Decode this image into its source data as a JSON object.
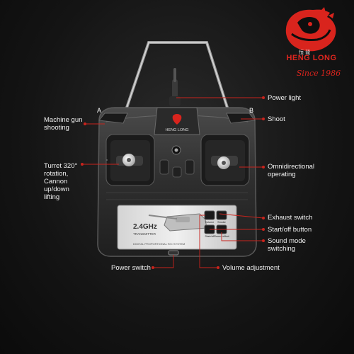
{
  "brand": {
    "name": "HENG LONG",
    "slogan": "Since 1986",
    "logo_chinese": "恒 龍",
    "accent_color": "#e0261f"
  },
  "transmitter": {
    "band_label": "2.4GHz",
    "band_sub": "TRANSMITTER",
    "system_text": "DIGITAL PROPORTIONAL R/C SYSTEM",
    "top_logo": "HENG LONG",
    "shoulder_left": "A",
    "shoulder_right": "B",
    "button_labels": [
      "Volume",
      "Smoke",
      "Start/off",
      "Sound effect"
    ]
  },
  "callouts": {
    "machine_gun": "Machine gun shooting",
    "turret": "Turret 320° rotation, Cannon up/down lifting",
    "power_switch": "Power switch",
    "power_light": "Power light",
    "shoot": "Shoot",
    "omni": "Omnidirectional operating",
    "exhaust": "Exhaust switch",
    "start_off": "Start/off button",
    "sound_mode": "Sound mode switching",
    "volume": "Volume adjustment"
  }
}
